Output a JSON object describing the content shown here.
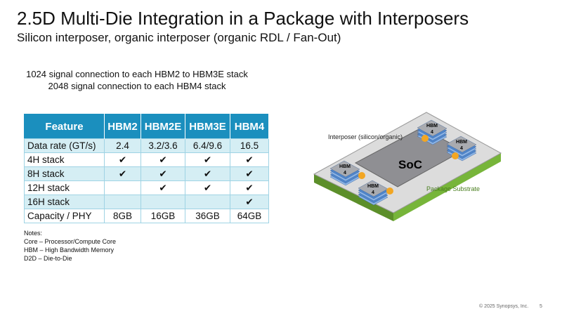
{
  "title": "2.5D Multi-Die Integration in a Package with Interposers",
  "subtitle": "Silicon interposer, organic interposer (organic RDL / Fan-Out)",
  "connections": [
    "1024 signal connection to each HBM2 to HBM3E stack",
    "2048 signal connection to each HBM4 stack"
  ],
  "table": {
    "headers": [
      "Feature",
      "HBM2",
      "HBM2E",
      "HBM3E",
      "HBM4"
    ],
    "rows": [
      [
        "Data rate (GT/s)",
        "2.4",
        "3.2/3.6",
        "6.4/9.6",
        "16.5"
      ],
      [
        "4H stack",
        "✔",
        "✔",
        "✔",
        "✔"
      ],
      [
        "8H stack",
        "✔",
        "✔",
        "✔",
        "✔"
      ],
      [
        "12H stack",
        "",
        "✔",
        "✔",
        "✔"
      ],
      [
        "16H stack",
        "",
        "",
        "",
        "✔"
      ],
      [
        "Capacity / PHY",
        "8GB",
        "16GB",
        "36GB",
        "64GB"
      ]
    ]
  },
  "notes": [
    "Notes:",
    "Core – Processor/Compute Core",
    "HBM – High Bandwidth Memory",
    "D2D – Die-to-Die"
  ],
  "diagram": {
    "soc": "SoC",
    "hbm": "HBM",
    "hbm_sub": "4",
    "interposer": "Interposer (silicon/organic)",
    "substrate": "Package Substrate"
  },
  "colors": {
    "header": "#1b8fbe",
    "alt_row": "#d5eef4",
    "substrate": "#6aa531",
    "hbm": "#5b8fd0",
    "arrow": "#f2a623"
  },
  "footer": {
    "copyright": "© 2025 Synopsys, Inc.",
    "page": "5"
  }
}
